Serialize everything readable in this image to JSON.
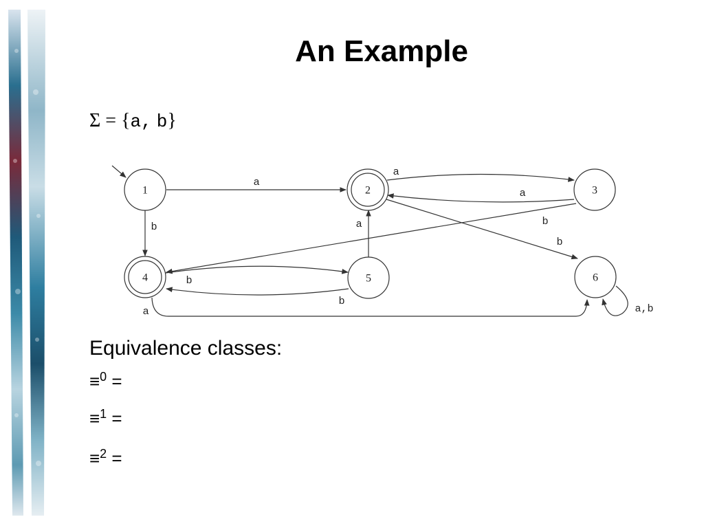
{
  "slide": {
    "title": "An Example",
    "alphabet": {
      "sigma": "Σ",
      "equals": "=",
      "open": "{",
      "a": "a",
      "comma": ",",
      "b": "b",
      "close": "}"
    },
    "equivalence": {
      "heading": "Equivalence classes:",
      "rows": [
        {
          "symbol": "≡",
          "sup": "0",
          "eq": "="
        },
        {
          "symbol": "≡",
          "sup": "1",
          "eq": "="
        },
        {
          "symbol": "≡",
          "sup": "2",
          "eq": "="
        }
      ]
    }
  },
  "dfa": {
    "states": [
      {
        "id": "1",
        "label": "1",
        "start": true,
        "accepting": false
      },
      {
        "id": "2",
        "label": "2",
        "start": false,
        "accepting": true
      },
      {
        "id": "3",
        "label": "3",
        "start": false,
        "accepting": false
      },
      {
        "id": "4",
        "label": "4",
        "start": false,
        "accepting": true
      },
      {
        "id": "5",
        "label": "5",
        "start": false,
        "accepting": false
      },
      {
        "id": "6",
        "label": "6",
        "start": false,
        "accepting": false
      }
    ],
    "transitions": [
      {
        "from": "1",
        "to": "2",
        "label": "a"
      },
      {
        "from": "1",
        "to": "4",
        "label": "b"
      },
      {
        "from": "2",
        "to": "3",
        "label": "a"
      },
      {
        "from": "3",
        "to": "2",
        "label": "a"
      },
      {
        "from": "2",
        "to": "6",
        "label": "b"
      },
      {
        "from": "3",
        "to": "4",
        "label": "b"
      },
      {
        "from": "4",
        "to": "5",
        "label": "b"
      },
      {
        "from": "5",
        "to": "4",
        "label": "b"
      },
      {
        "from": "5",
        "to": "2",
        "label": "a"
      },
      {
        "from": "4",
        "to": "6",
        "label": "a"
      },
      {
        "from": "6",
        "to": "6",
        "label": "a,b"
      }
    ]
  }
}
